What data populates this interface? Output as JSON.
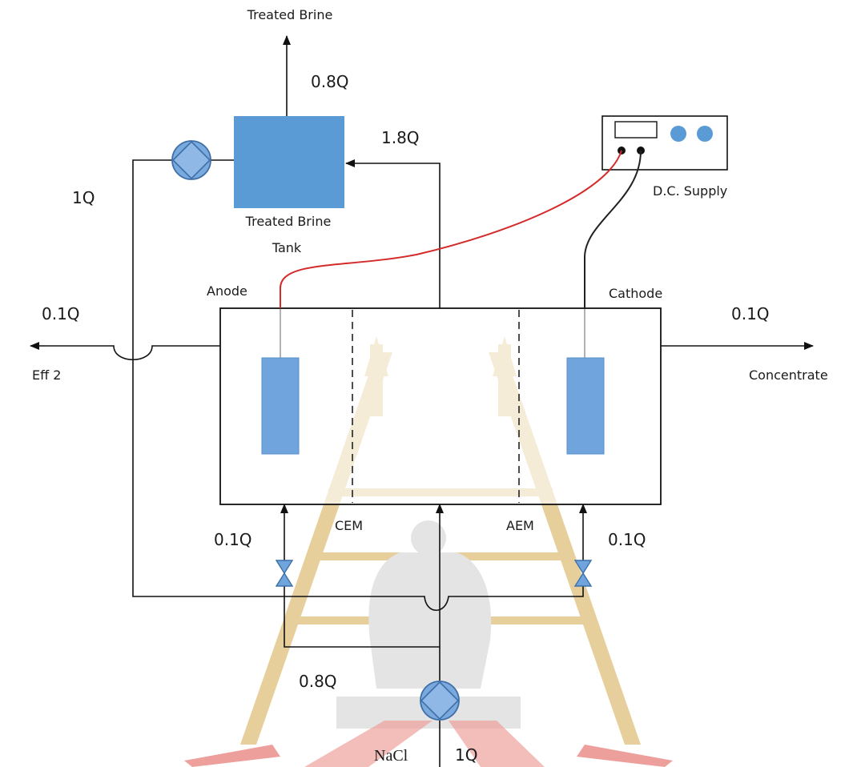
{
  "labels": {
    "treated_brine_out": "Treated Brine",
    "flow_0_8Q_top": "0.8Q",
    "flow_1_8Q": "1.8Q",
    "flow_1Q_left": "1Q",
    "tank_label_line1": "Treated Brine",
    "tank_label_line2": "Tank",
    "dc_supply": "D.C. Supply",
    "anode": "Anode",
    "cathode": "Cathode",
    "flow_0_1Q_left": "0.1Q",
    "flow_0_1Q_right": "0.1Q",
    "eff2": "Eff 2",
    "concentrate": "Concentrate",
    "cem": "CEM",
    "aem": "AEM",
    "flow_0_1Q_anode_in": "0.1Q",
    "flow_0_1Q_cathode_in": "0.1Q",
    "flow_0_8Q_bottom": "0.8Q",
    "nacl": "NaCl",
    "flow_1Q_bottom": "1Q"
  },
  "colors": {
    "tank_fill": "#5b9bd5",
    "electrode_fill": "#6fa5dc",
    "pump_fill": "#7aa9dd",
    "pump_stroke": "#3f6fa8",
    "positive_wire": "#d42a2a",
    "negative_wire": "#222222",
    "watermark_gold": "#d4a84c",
    "watermark_gray": "#cfcfcf",
    "watermark_red": "#e0524a"
  },
  "icons": {
    "pump": "pump-icon",
    "valve": "valve-icon",
    "dc_supply": "dc-supply-icon",
    "watermark": "watermark-logo"
  }
}
